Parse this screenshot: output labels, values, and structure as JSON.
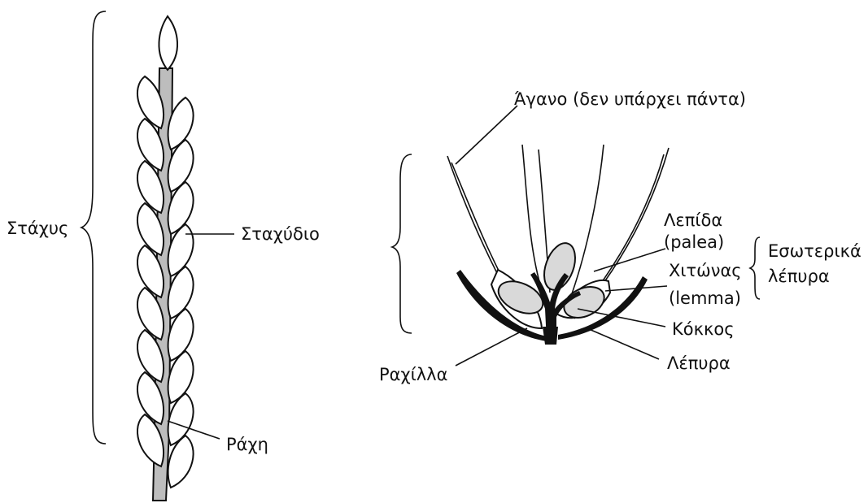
{
  "colors": {
    "line": "#111111",
    "rachis_fill": "#bdbdbd",
    "grain_fill": "#d9d9d9",
    "background": "#ffffff"
  },
  "labels": {
    "stachys": "Στάχυς",
    "stachydio": "Σταχύδιο",
    "rachi": "Ράχη",
    "agano": "Άγανο (δεν υπάρχει πάντα)",
    "lepida": "Λεπίδα",
    "palea": "(palea)",
    "chitonas": "Χιτώνας",
    "lemma": "(lemma)",
    "esoterika": "Εσωτερικά",
    "lepyra_inner": "λέπυρα",
    "kokkos": "Κόκκος",
    "lepyra": "Λέπυρα",
    "rachilla": "Ραχίλλα"
  }
}
